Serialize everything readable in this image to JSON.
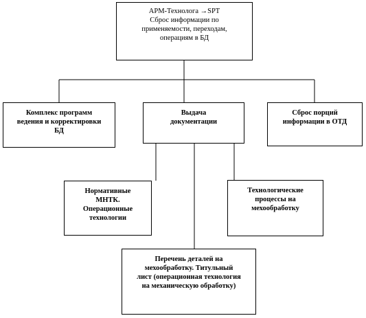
{
  "diagram": {
    "nodes": {
      "root": "АРМ-Технолога →SPT\nСброс информации по\nприменяемости, переходам,\nоперациям в БД",
      "left": "Комплекс программ\nведения и корректировки\nБД",
      "mid": "Выдача\nдокументации",
      "right": "Сброс порций\nинформации в ОТД",
      "mid_left": "Нормативные\nМНТК.\nОперационные\nтехнологии",
      "mid_right": "Технологические\nпроцессы на\nмехообработку",
      "bottom": "Перечень деталей на\nмехообработку. Титульный\nлист (операционная технология\nна механическую обработку)"
    },
    "colors": {
      "line": "#000000",
      "box_border": "#000000",
      "background": "#ffffff"
    }
  }
}
